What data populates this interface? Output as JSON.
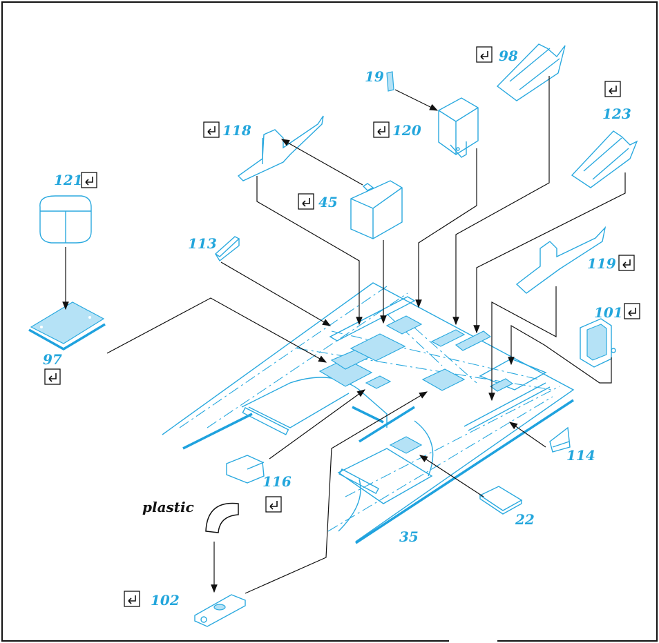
{
  "labels": {
    "p19": "19",
    "p98": "98",
    "p123": "123",
    "p118": "118",
    "p120": "120",
    "p121": "121",
    "p45": "45",
    "p113": "113",
    "p119": "119",
    "p101": "101",
    "p97": "97",
    "p114": "114",
    "p116": "116",
    "p22": "22",
    "p35": "35",
    "p102": "102",
    "plastic": "plastic"
  },
  "colors": {
    "part": "#2aa9df",
    "highlight": "#b5e2f6",
    "leader": "#111111"
  },
  "icons": {
    "check": "check-icon"
  }
}
